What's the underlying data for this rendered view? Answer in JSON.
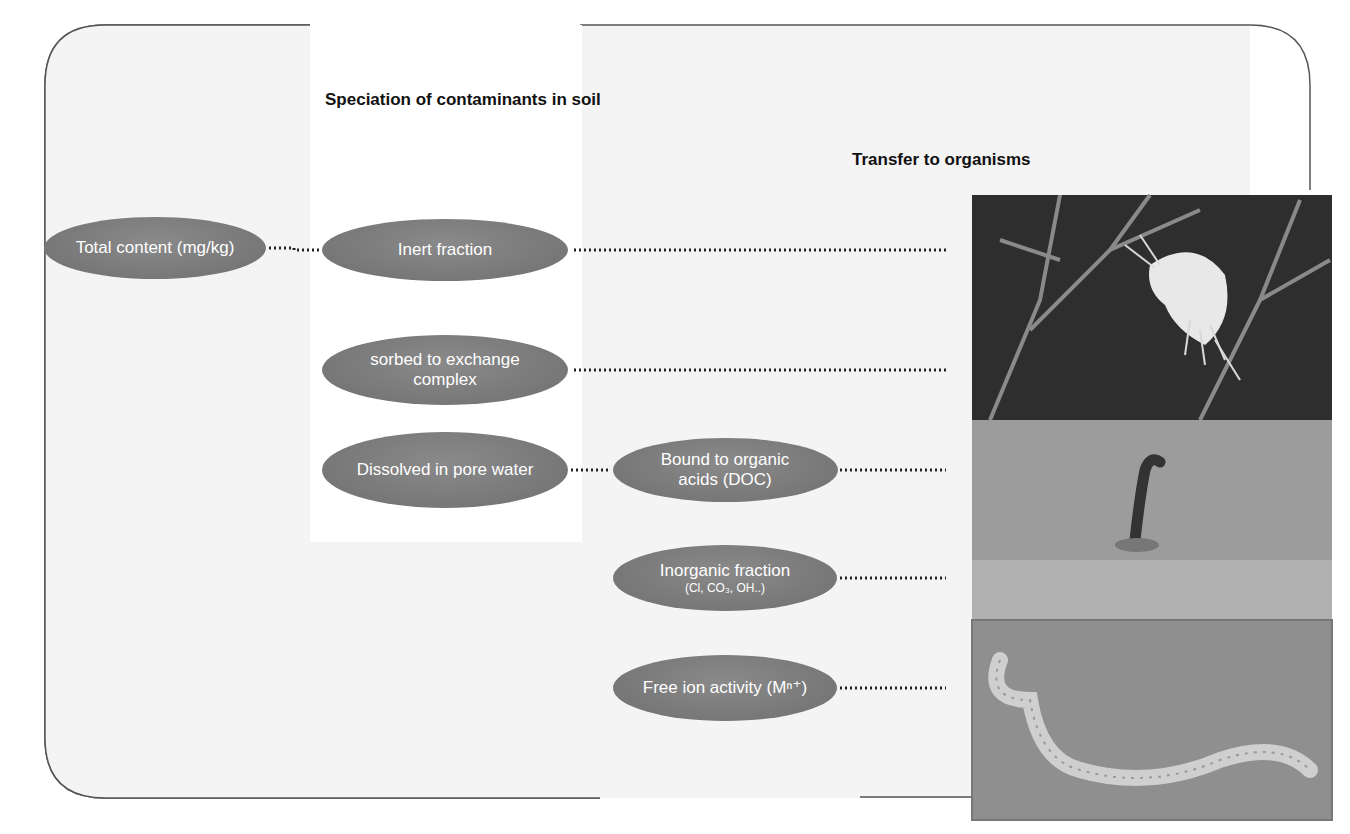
{
  "diagram": {
    "title": "Speciation of contaminants in soil",
    "nodes": [
      {
        "text": [
          "Total content (mg/kg)"
        ]
      },
      {
        "text": [
          "Inert fraction"
        ]
      },
      {
        "text": [
          "sorbed to exchange complex"
        ]
      },
      {
        "text": [
          "Dissolved in pore water"
        ]
      },
      {
        "text": [
          "Bound to organic acids (DOC)"
        ]
      },
      {
        "text": [
          "Inorganic fraction",
          "(Cl, CO₃, OH..)"
        ]
      },
      {
        "text": [
          "Free ion activity (Mⁿ⁺)"
        ]
      }
    ],
    "edges": [
      {
        "from": 0,
        "to": 1,
        "arrow": "none"
      },
      {
        "from": 3,
        "to": 4,
        "arrow": "none"
      }
    ],
    "labels": [
      "Transfer to organisms"
    ]
  }
}
